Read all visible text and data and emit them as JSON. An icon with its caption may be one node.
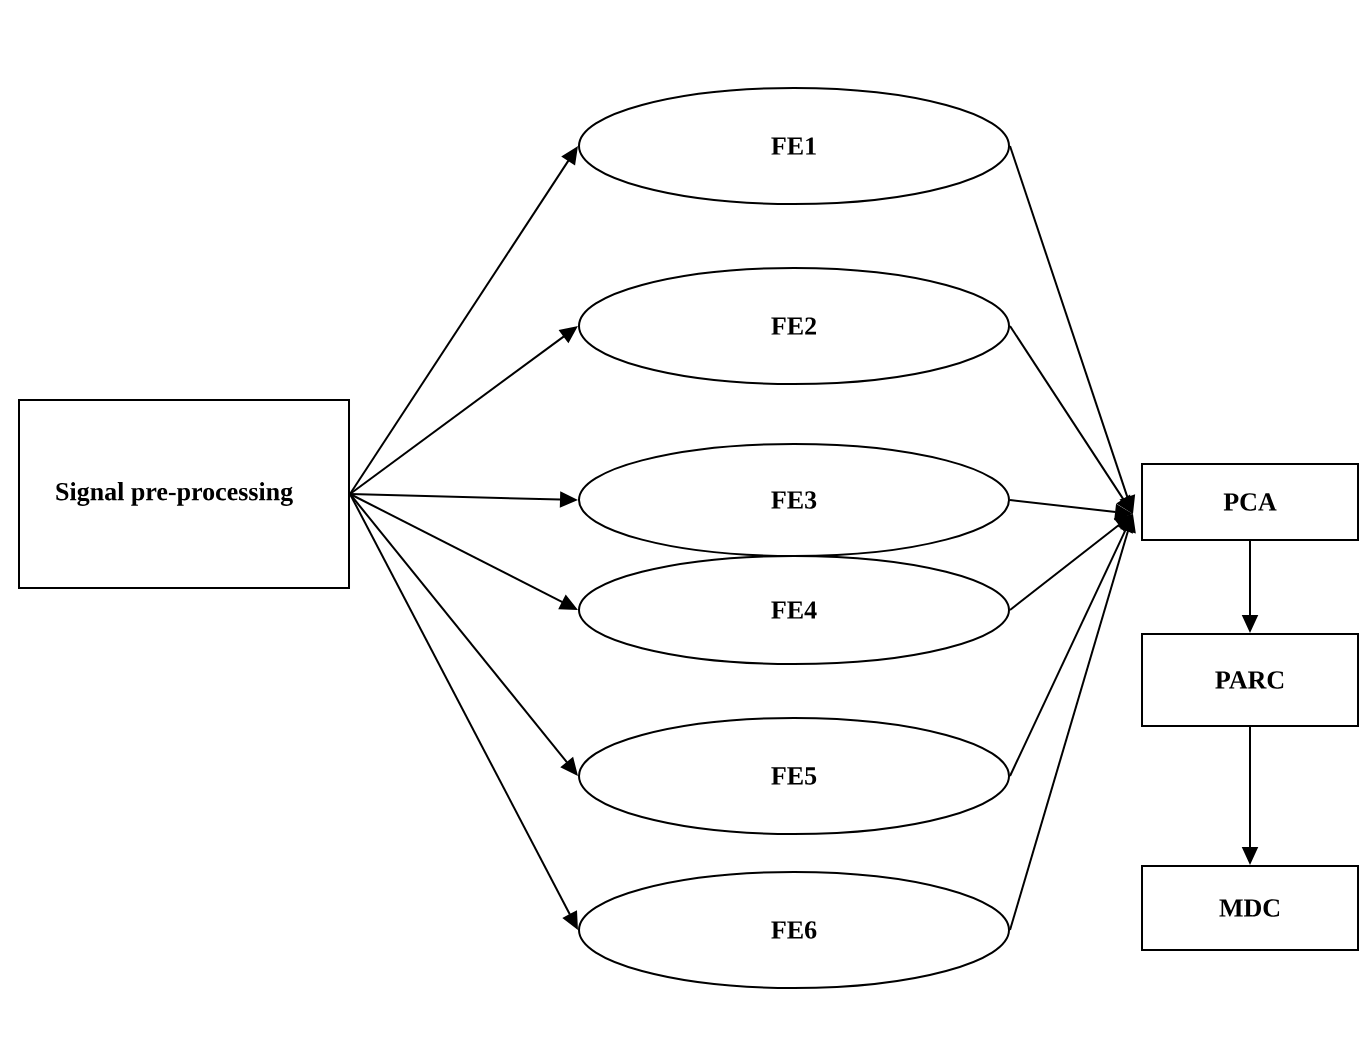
{
  "diagram": {
    "nodes": [
      {
        "text": [
          "Signal pre-processing"
        ]
      },
      {
        "text": [
          "FE1"
        ]
      },
      {
        "text": [
          "FE2"
        ]
      },
      {
        "text": [
          "FE3"
        ]
      },
      {
        "text": [
          "FE4"
        ]
      },
      {
        "text": [
          "FE5"
        ]
      },
      {
        "text": [
          "FE6"
        ]
      },
      {
        "text": [
          "PCA"
        ]
      },
      {
        "text": [
          "PARC"
        ]
      },
      {
        "text": [
          "MDC"
        ]
      }
    ],
    "edges": [
      {
        "from": 0,
        "to": 1,
        "arrow": "to"
      },
      {
        "from": 0,
        "to": 2,
        "arrow": "to"
      },
      {
        "from": 0,
        "to": 3,
        "arrow": "to"
      },
      {
        "from": 0,
        "to": 4,
        "arrow": "to"
      },
      {
        "from": 0,
        "to": 5,
        "arrow": "to"
      },
      {
        "from": 0,
        "to": 6,
        "arrow": "to"
      },
      {
        "from": 1,
        "to": 7,
        "arrow": "to"
      },
      {
        "from": 2,
        "to": 7,
        "arrow": "to"
      },
      {
        "from": 3,
        "to": 7,
        "arrow": "to"
      },
      {
        "from": 4,
        "to": 7,
        "arrow": "to"
      },
      {
        "from": 5,
        "to": 7,
        "arrow": "to"
      },
      {
        "from": 6,
        "to": 7,
        "arrow": "to"
      },
      {
        "from": 7,
        "to": 8,
        "arrow": "to"
      },
      {
        "from": 8,
        "to": 9,
        "arrow": "to"
      }
    ]
  }
}
